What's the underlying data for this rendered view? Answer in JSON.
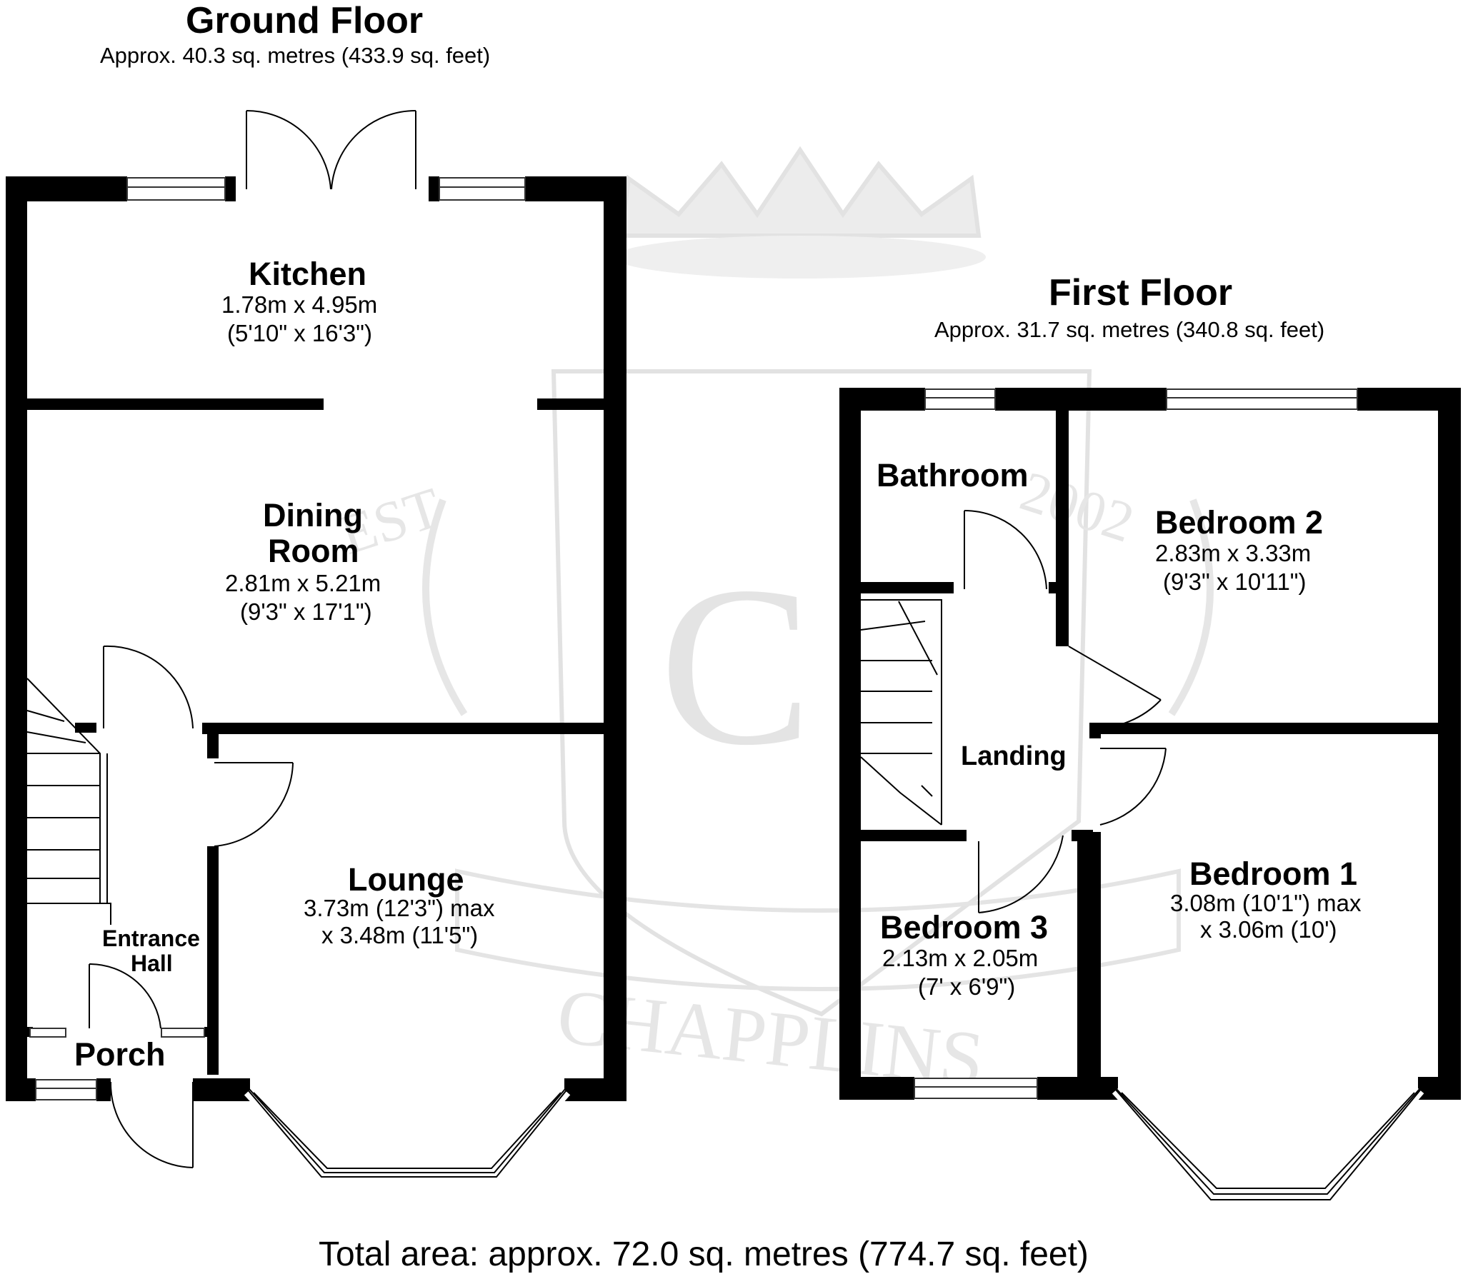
{
  "ground_floor": {
    "title": "Ground Floor",
    "area": "Approx. 40.3 sq. metres (433.9 sq. feet)",
    "rooms": {
      "kitchen": {
        "name": "Kitchen",
        "dim1": "1.78m x 4.95m",
        "dim2": "(5'10\" x 16'3\")"
      },
      "dining": {
        "name_line1": "Dining",
        "name_line2": "Room",
        "dim1": "2.81m x 5.21m",
        "dim2": "(9'3\" x 17'1\")"
      },
      "lounge": {
        "name": "Lounge",
        "dim1": "3.73m (12'3\") max",
        "dim2": "x 3.48m (11'5\")"
      },
      "entrance_hall": {
        "name_line1": "Entrance",
        "name_line2": "Hall"
      },
      "porch": {
        "name": "Porch"
      }
    }
  },
  "first_floor": {
    "title": "First Floor",
    "area": "Approx. 31.7 sq. metres (340.8 sq. feet)",
    "rooms": {
      "bathroom": {
        "name": "Bathroom"
      },
      "bedroom2": {
        "name": "Bedroom 2",
        "dim1": "2.83m x 3.33m",
        "dim2": "(9'3\" x 10'11\")"
      },
      "landing": {
        "name": "Landing"
      },
      "bedroom1": {
        "name": "Bedroom 1",
        "dim1": "3.08m (10'1\") max",
        "dim2": "x 3.06m (10')"
      },
      "bedroom3": {
        "name": "Bedroom 3",
        "dim1": "2.13m x 2.05m",
        "dim2": "(7' x 6'9\")"
      }
    }
  },
  "total_area": "Total area: approx. 72.0 sq. metres (774.7 sq. feet)",
  "watermark": {
    "brand": "CHAPPLINS",
    "est": "EST",
    "year": "2002",
    "initial": "C",
    "color": "#d8d8d8"
  },
  "colors": {
    "wall": "#000000",
    "window": "#ffffff",
    "line": "#444444"
  }
}
